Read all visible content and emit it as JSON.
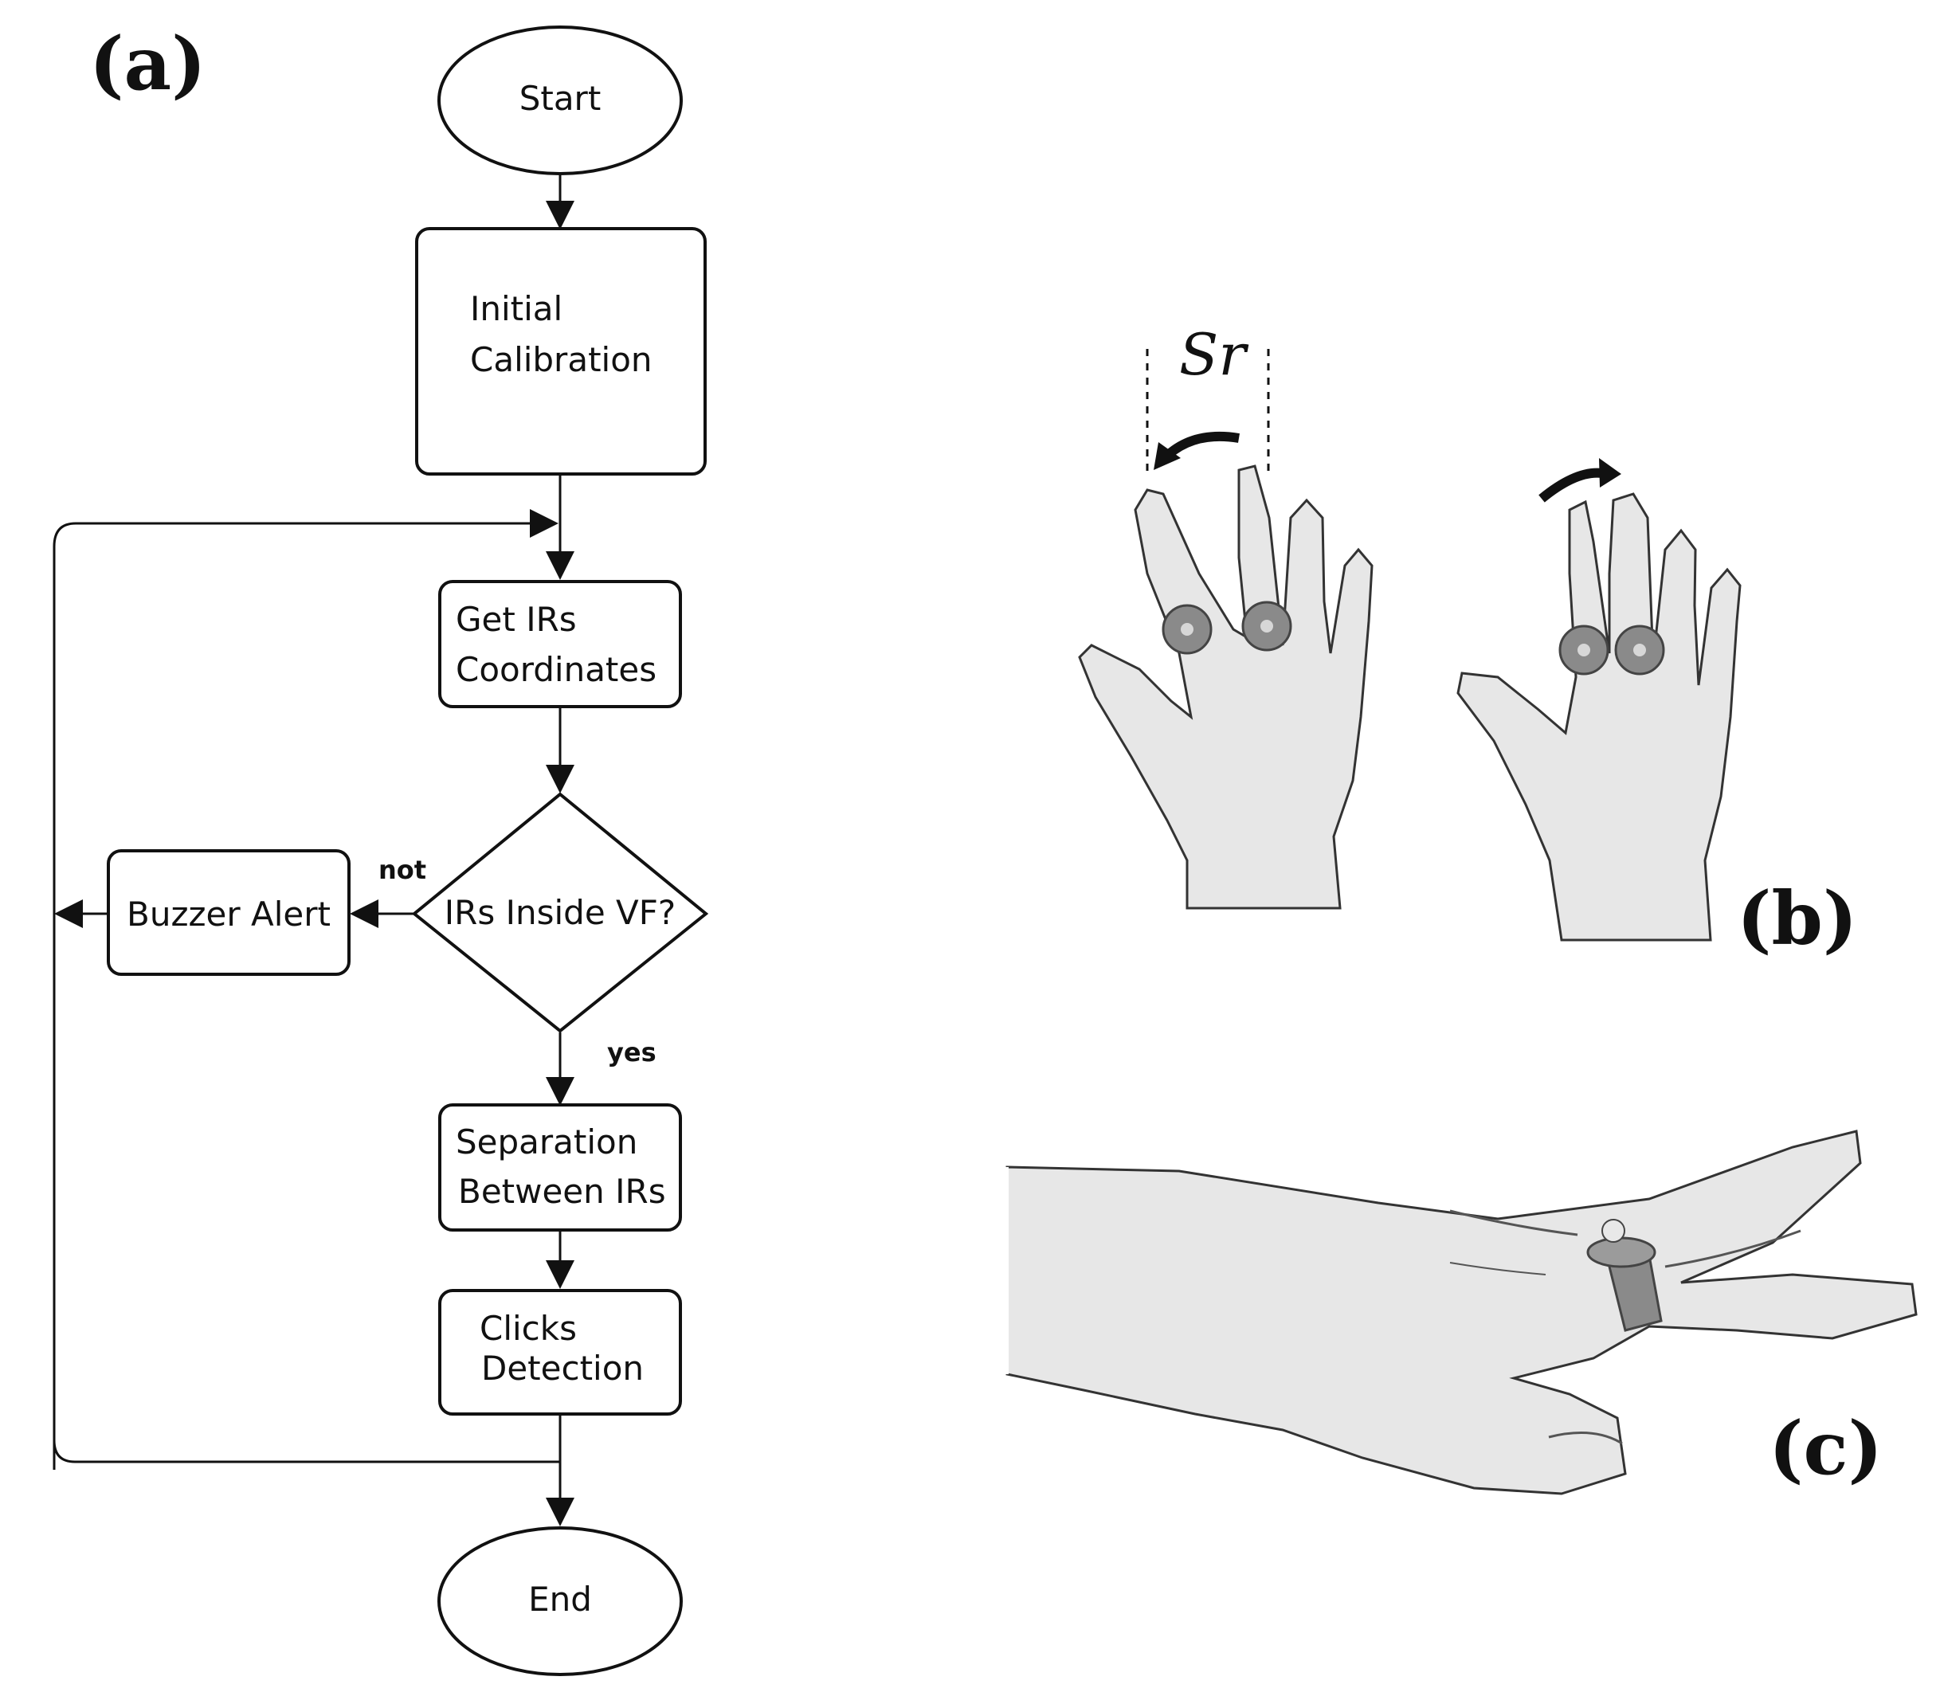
{
  "labels": {
    "panel_a": "(a)",
    "panel_b": "(b)",
    "panel_c": "(c)",
    "sr": "Sr"
  },
  "flowchart": {
    "start": "Start",
    "initial_calibration": [
      "Initial",
      "Calibration"
    ],
    "get_irs_coordinates": [
      "Get IRs",
      "Coordinates"
    ],
    "decision": "IRs Inside VF?",
    "buzzer_alert": "Buzzer Alert",
    "separation": [
      "Separation",
      "Between IRs"
    ],
    "clicks_detection": [
      "Clicks",
      "Detection"
    ],
    "end": "End",
    "no_label": "not",
    "yes_label": "yes"
  }
}
